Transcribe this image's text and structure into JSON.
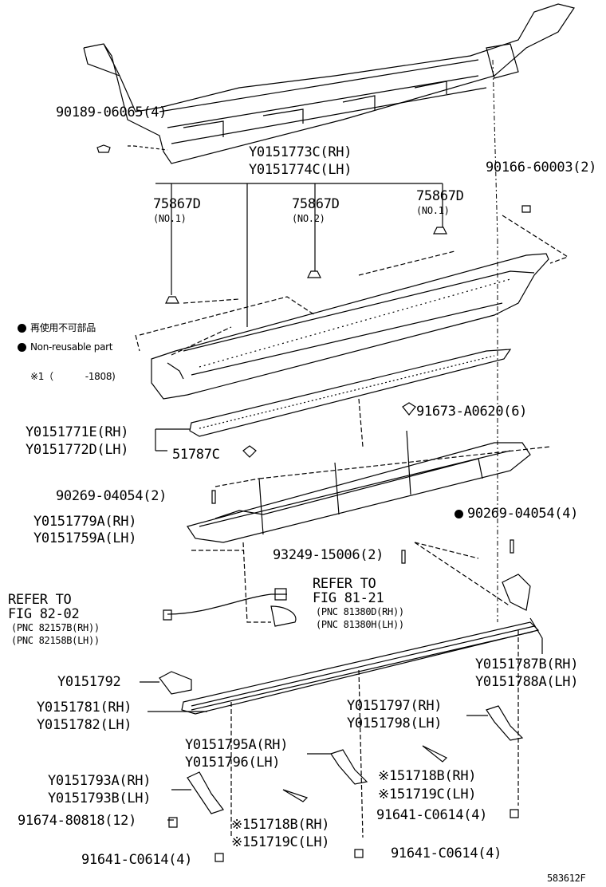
{
  "legend": {
    "jp": "再使用不可部品",
    "en": "Non-reusable part",
    "note_prefix": "※1（",
    "note_value": "-1808)"
  },
  "parts": {
    "p90189": "90189-06065(4)",
    "y773": "Y0151773C(RH)",
    "y774": "Y0151774C(LH)",
    "p90166": "90166-60003(2)",
    "clip1": "75867D",
    "clip1_sub": "(NO.1)",
    "clip2": "75867D",
    "clip2_sub": "(NO.2)",
    "clip3": "75867D",
    "clip3_sub": "(NO.1)",
    "p91673": "91673-A0620(6)",
    "y771": "Y0151771E(RH)",
    "y772": "Y0151772D(LH)",
    "p51787": "51787C",
    "p90269a": "90269-04054(2)",
    "p90269b": "90269-04054(4)",
    "y779": "Y0151779A(RH)",
    "y759": "Y0151759A(LH)",
    "p93249": "93249-15006(2)",
    "ref1_line1": "REFER TO",
    "ref1_line2": "FIG 82-02",
    "ref1_pnc1": "(PNC 82157B(RH))",
    "ref1_pnc2": "(PNC 82158B(LH))",
    "ref2_line1": "REFER TO",
    "ref2_line2": "FIG 81-21",
    "ref2_pnc1": "(PNC 81380D(RH))",
    "ref2_pnc2": "(PNC 81380H(LH))",
    "y787": "Y0151787B(RH)",
    "y788": "Y0151788A(LH)",
    "y792": "Y0151792",
    "y781": "Y0151781(RH)",
    "y782": "Y0151782(LH)",
    "y797": "Y0151797(RH)",
    "y798": "Y0151798(LH)",
    "y795": "Y0151795A(RH)",
    "y796": "Y0151796(LH)",
    "p51718a": "※151718B(RH)",
    "p51719a": "※151719C(LH)",
    "y793a": "Y0151793A(RH)",
    "y793b": "Y0151793B(LH)",
    "p91674": "91674-80818(12)",
    "p51718b": "※151718B(RH)",
    "p51719b": "※151719C(LH)",
    "p91641a": "91641-C0614(4)",
    "p91641b": "91641-C0614(4)",
    "p91641c": "91641-C0614(4)"
  },
  "figure_code": "583612F"
}
